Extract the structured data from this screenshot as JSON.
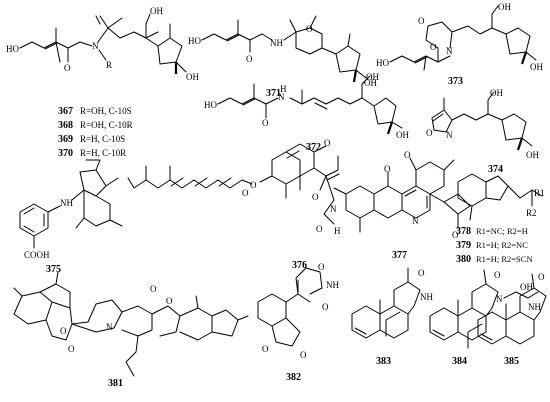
{
  "compounds": [
    {
      "id": "367",
      "label": "367",
      "note": "R=OH, C-10S"
    },
    {
      "id": "368",
      "label": "368",
      "note": "R=OH, C-10R"
    },
    {
      "id": "369",
      "label": "369",
      "note": "R=H, C-10S"
    },
    {
      "id": "370",
      "label": "370",
      "note": "R=H, C-10R"
    },
    {
      "id": "371",
      "label": "371"
    },
    {
      "id": "372",
      "label": "372"
    },
    {
      "id": "373",
      "label": "373"
    },
    {
      "id": "374",
      "label": "374"
    },
    {
      "id": "375",
      "label": "375"
    },
    {
      "id": "376",
      "label": "376"
    },
    {
      "id": "377",
      "label": "377"
    },
    {
      "id": "378",
      "label": "378",
      "note": "R1=NC; R2=H"
    },
    {
      "id": "379",
      "label": "379",
      "note": "R1=H; R2=NC"
    },
    {
      "id": "380",
      "label": "380",
      "note": "R1=H; R2=SCN"
    },
    {
      "id": "381",
      "label": "381"
    },
    {
      "id": "382",
      "label": "382"
    },
    {
      "id": "383",
      "label": "383"
    },
    {
      "id": "384",
      "label": "384"
    },
    {
      "id": "385",
      "label": "385"
    }
  ],
  "atoms": {
    "ho": "HO",
    "oh": "OH",
    "o": "O",
    "n": "N",
    "nh": "NH",
    "h": "H",
    "r": "R",
    "r1": "R1",
    "r2": "R2",
    "cooh": "COOH",
    "hn": "HN"
  }
}
